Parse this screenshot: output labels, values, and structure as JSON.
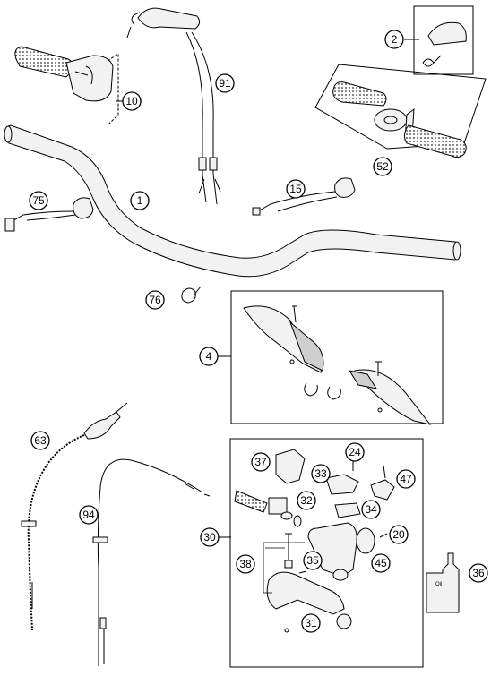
{
  "callouts": [
    {
      "id": "c2",
      "label": "2"
    },
    {
      "id": "c91",
      "label": "91"
    },
    {
      "id": "c10",
      "label": "10"
    },
    {
      "id": "c52",
      "label": "52"
    },
    {
      "id": "c1",
      "label": "1"
    },
    {
      "id": "c75",
      "label": "75"
    },
    {
      "id": "c15",
      "label": "15"
    },
    {
      "id": "c76",
      "label": "76"
    },
    {
      "id": "c4",
      "label": "4"
    },
    {
      "id": "c63",
      "label": "63"
    },
    {
      "id": "c24",
      "label": "24"
    },
    {
      "id": "c37",
      "label": "37"
    },
    {
      "id": "c33",
      "label": "33"
    },
    {
      "id": "c47",
      "label": "47"
    },
    {
      "id": "c32",
      "label": "32"
    },
    {
      "id": "c94",
      "label": "94"
    },
    {
      "id": "c34",
      "label": "34"
    },
    {
      "id": "c30",
      "label": "30"
    },
    {
      "id": "c20",
      "label": "20"
    },
    {
      "id": "c36",
      "label": "36"
    },
    {
      "id": "c38",
      "label": "38"
    },
    {
      "id": "c35",
      "label": "35"
    },
    {
      "id": "c45",
      "label": "45"
    },
    {
      "id": "c31",
      "label": "31"
    }
  ],
  "oil_bottle_label": "Oil",
  "colors": {
    "line": "#000000",
    "background": "#ffffff",
    "fill": "#f2f2f2"
  }
}
